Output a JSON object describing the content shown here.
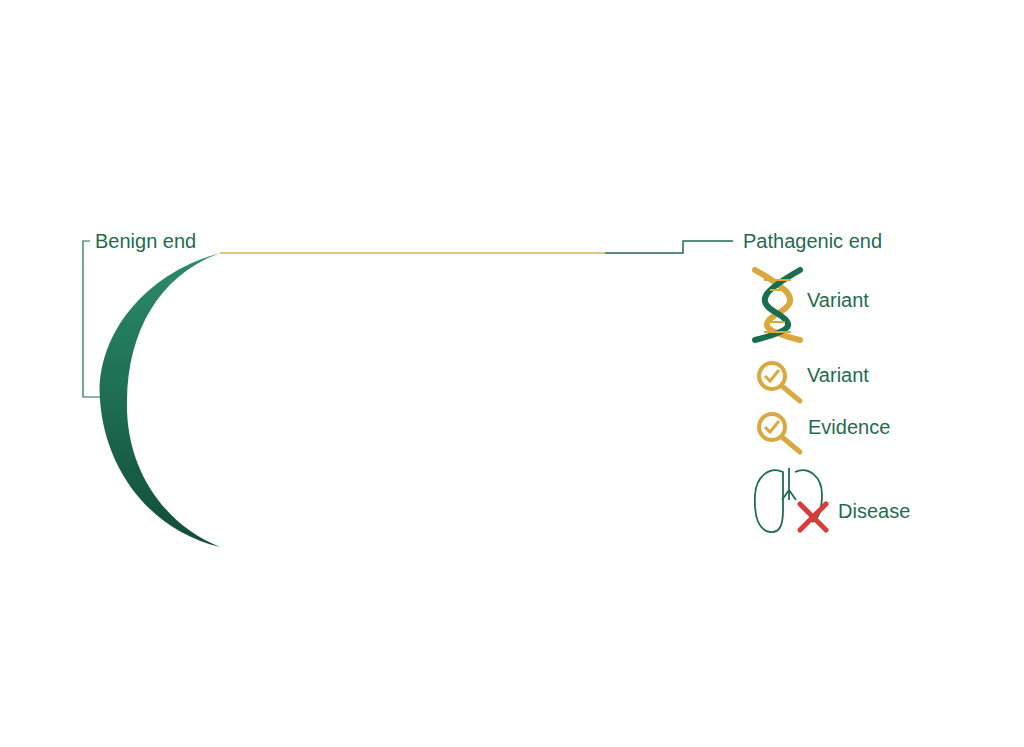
{
  "diagram": {
    "labels": [
      "Benign end",
      "Pathagenic end",
      "Variant",
      "Variant",
      "Evidence",
      "Disease"
    ]
  }
}
